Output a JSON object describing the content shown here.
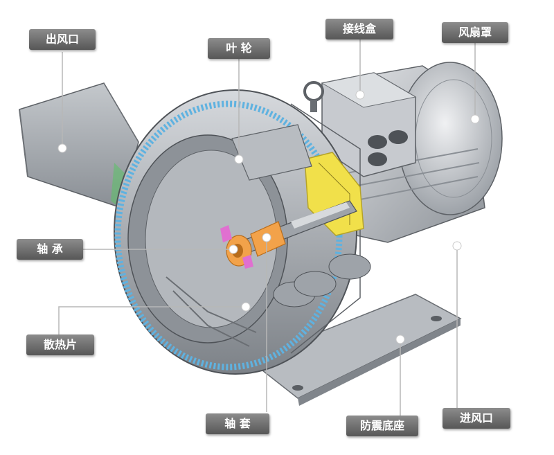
{
  "labels": {
    "outlet": "出风口",
    "impeller": "叶 轮",
    "junction_box": "接线盒",
    "fan_cover": "风扇罩",
    "bearing": "轴 承",
    "heat_sink": "散热片",
    "shaft_sleeve": "轴 套",
    "anti_vibration_base": "防震底座",
    "inlet": "进风口"
  },
  "colors": {
    "body_gray": "#a9adb2",
    "dark_gray": "#6d7278",
    "fin_blue": "#5fb2e0",
    "bearing_yellow": "#f1e04a",
    "sleeve_orange": "#f2a24a",
    "accent_pink": "#e070d0",
    "label_bg": "#6a6a6a"
  }
}
